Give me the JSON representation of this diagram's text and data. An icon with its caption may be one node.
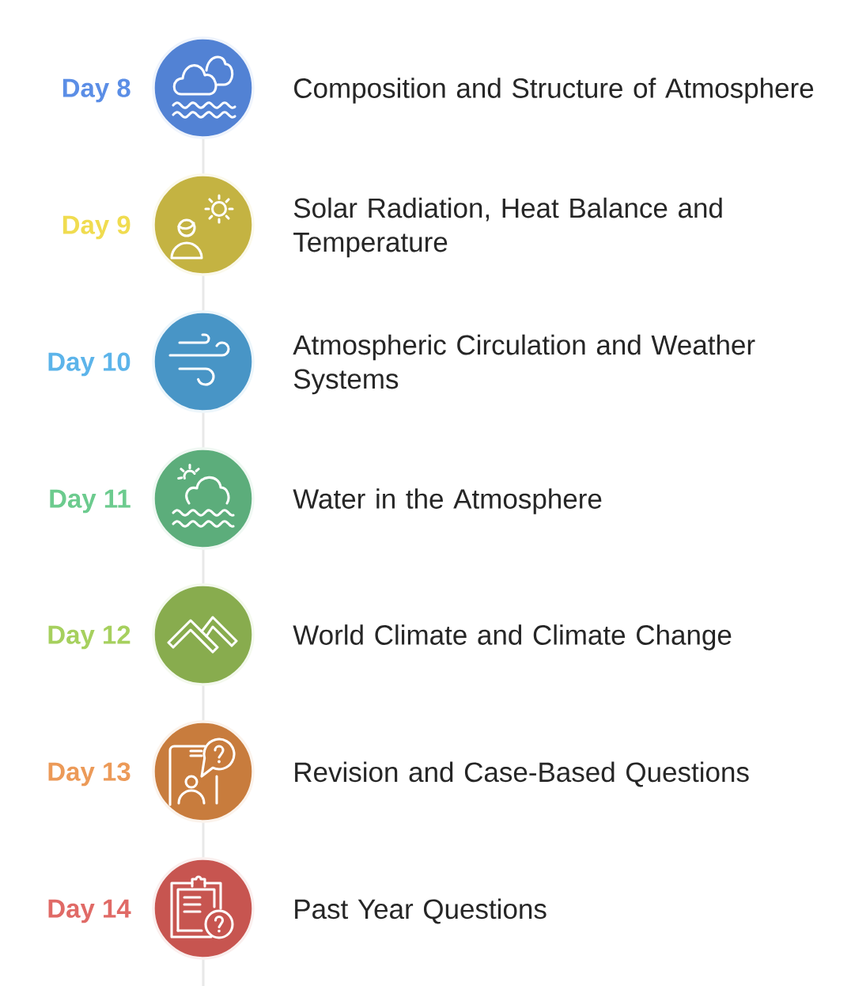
{
  "diagram": {
    "nodes": [
      {
        "text": [],
        "shape": "circle",
        "beside": [
          "Day 8",
          "Composition and Structure of Atmosphere"
        ]
      },
      {
        "text": [],
        "shape": "circle",
        "beside": [
          "Day 9",
          "Solar Radiation, Heat Balance and Temperature"
        ]
      },
      {
        "text": [],
        "shape": "circle",
        "beside": [
          "Day 10",
          "Atmospheric Circulation and Weather Systems"
        ]
      },
      {
        "text": [],
        "shape": "circle",
        "beside": [
          "Day 11",
          "Water in the Atmosphere"
        ]
      },
      {
        "text": [],
        "shape": "circle",
        "beside": [
          "Day 12",
          "World Climate and Climate Change"
        ]
      },
      {
        "text": [],
        "shape": "circle",
        "beside": [
          "Day 13",
          "Revision and Case-Based Questions"
        ]
      },
      {
        "text": [],
        "shape": "circle",
        "beside": [
          "Day 14",
          "Past Year Questions"
        ]
      }
    ],
    "edges": [
      {
        "from": 0,
        "to": 1,
        "arrow": "none"
      },
      {
        "from": 1,
        "to": 2,
        "arrow": "none"
      },
      {
        "from": 2,
        "to": 3,
        "arrow": "none"
      },
      {
        "from": 3,
        "to": 4,
        "arrow": "none"
      },
      {
        "from": 4,
        "to": 5,
        "arrow": "none"
      },
      {
        "from": 5,
        "to": 6,
        "arrow": "none"
      },
      {
        "from": 6,
        "to": null,
        "arrow": "none"
      }
    ]
  }
}
